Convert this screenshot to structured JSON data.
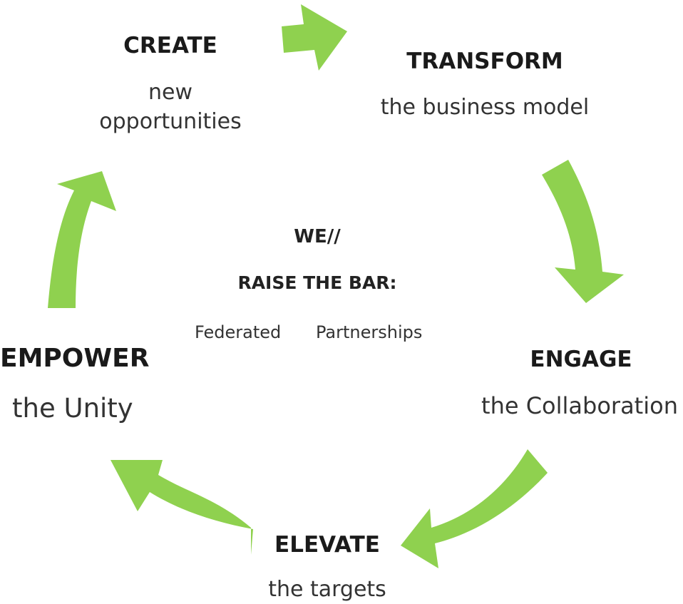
{
  "colors": {
    "arrow": "#8fd14f",
    "text": "#1a1a1a"
  },
  "center": {
    "line1": "WE//",
    "line2": "RAISE THE BAR:",
    "line3_left": "Federated",
    "line3_right": "Partnerships"
  },
  "stages": {
    "create": {
      "title": "CREATE",
      "sub1": "new",
      "sub2": "opportunities"
    },
    "transform": {
      "title": "TRANSFORM",
      "sub": "the business model"
    },
    "engage": {
      "title": "ENGAGE",
      "sub": "the Collaboration"
    },
    "elevate": {
      "title": "ELEVATE",
      "sub": "the targets"
    },
    "empower": {
      "title": "EMPOWER",
      "sub": "the Unity"
    }
  },
  "arrows": [
    {
      "name": "create-to-transform",
      "icon": "arrow-right-icon"
    },
    {
      "name": "transform-to-engage",
      "icon": "curved-arrow-down-icon"
    },
    {
      "name": "engage-to-elevate",
      "icon": "curved-arrow-down-left-icon"
    },
    {
      "name": "elevate-to-empower",
      "icon": "curved-arrow-up-left-icon"
    },
    {
      "name": "empower-to-create",
      "icon": "curved-arrow-up-icon"
    }
  ]
}
